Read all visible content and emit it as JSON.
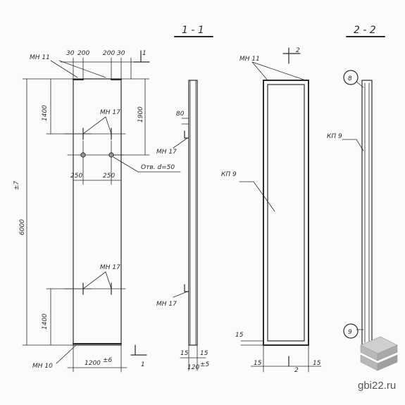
{
  "section_titles": {
    "s11": "1 - 1",
    "s22": "2 - 2"
  },
  "labels": {
    "mn11_left": "МН 11",
    "mn11_right": "МН 11",
    "mn17_top": "МН 17",
    "mn17_bottom": "МН 17",
    "mn17_side_top": "МН 17",
    "mn17_side_bottom": "МН 17",
    "mn10": "МН 10",
    "kp9_mid": "КП 9",
    "kp9_right": "КП 9",
    "hole": "Отв. d=50",
    "cut1_top": "1",
    "cut1_bottom": "1",
    "cut2_top": "2",
    "cut2_bottom": "2",
    "circle8": "8",
    "circle9": "9"
  },
  "dims": {
    "d30_left": "30",
    "d200_left": "200",
    "d200_right": "200",
    "d30_right": "30",
    "d1400_top": "1400",
    "d1900": "1900",
    "d80": "80",
    "d250_left": "250",
    "d250_right": "250",
    "d6000": "6000",
    "d1400_bottom": "1400",
    "d1200": "1200",
    "d1200_tol": "±6",
    "d6000_tol": "±7",
    "d15_a": "15",
    "d15_b": "15",
    "d120": "120",
    "d120_tol": "±5",
    "d15_c": "15",
    "d15_d": "15",
    "d15_e": "15"
  },
  "watermark": "gbi22.ru"
}
